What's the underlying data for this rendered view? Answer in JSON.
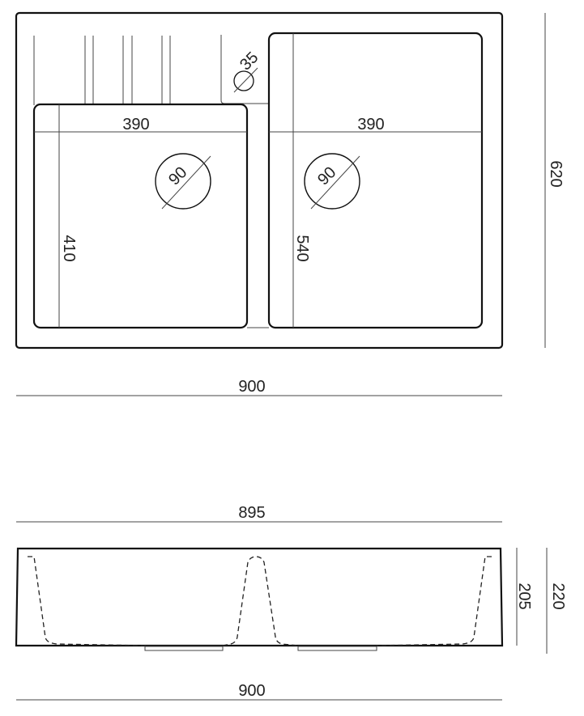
{
  "top_view": {
    "bowl_left_width": "390",
    "bowl_right_width": "390",
    "bowl_left_length": "410",
    "bowl_right_length": "540",
    "drain_left_diameter": "90",
    "drain_right_diameter": "90",
    "tap_hole_diameter": "35",
    "overall_depth": "620",
    "overall_width": "900"
  },
  "side_view": {
    "inner_width": "895",
    "bowl_depth": "205",
    "overall_height": "220",
    "overall_width": "900"
  }
}
